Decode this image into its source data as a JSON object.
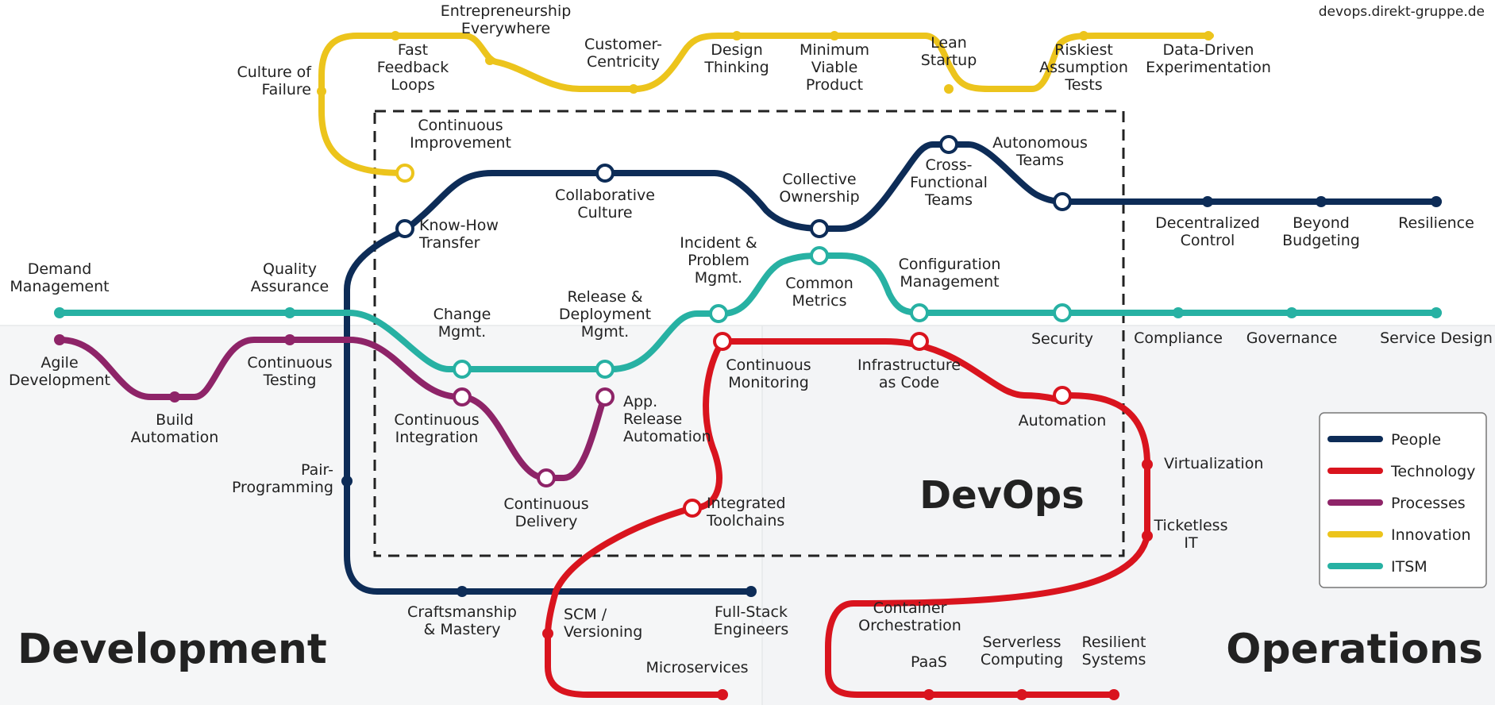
{
  "source": "devops.direkt-gruppe.de",
  "center_title": "DevOps",
  "region_left": "Development",
  "region_right": "Operations",
  "colors": {
    "people": "#0d2c57",
    "technology": "#d9141e",
    "processes": "#8e2468",
    "innovation": "#ecc41c",
    "itsm": "#27b1a3",
    "region_text": "#0d2c57",
    "label": "#222222"
  },
  "legend": [
    {
      "key": "people",
      "label": "People"
    },
    {
      "key": "technology",
      "label": "Technology"
    },
    {
      "key": "processes",
      "label": "Processes"
    },
    {
      "key": "innovation",
      "label": "Innovation"
    },
    {
      "key": "itsm",
      "label": "ITSM"
    }
  ],
  "stations": {
    "innovation": [
      [
        "Culture of",
        "Failure"
      ],
      [
        "Fast",
        "Feedback",
        "Loops"
      ],
      [
        "Entrepreneurship",
        "Everywhere"
      ],
      [
        "Customer-",
        "Centricity"
      ],
      [
        "Design",
        "Thinking"
      ],
      [
        "Minimum",
        "Viable",
        "Product"
      ],
      [
        "Lean",
        "Startup"
      ],
      [
        "Riskiest",
        "Assumption",
        "Tests"
      ],
      [
        "Data-Driven",
        "Experimentation"
      ],
      [
        "Continuous",
        "Improvement"
      ]
    ],
    "people": [
      [
        "Know-How",
        "Transfer"
      ],
      [
        "Collaborative",
        "Culture"
      ],
      [
        "Collective",
        "Ownership"
      ],
      [
        "Cross-",
        "Functional",
        "Teams"
      ],
      [
        "Autonomous",
        "Teams"
      ],
      [
        "Decentralized",
        "Control"
      ],
      [
        "Beyond",
        "Budgeting"
      ],
      [
        "Resilience"
      ],
      [
        "Pair-",
        "Programming"
      ],
      [
        "Craftsmanship",
        "& Mastery"
      ],
      [
        "Full-Stack",
        "Engineers"
      ]
    ],
    "itsm": [
      [
        "Demand",
        "Management"
      ],
      [
        "Quality",
        "Assurance"
      ],
      [
        "Change",
        "Mgmt."
      ],
      [
        "Release &",
        "Deployment",
        "Mgmt."
      ],
      [
        "Incident &",
        "Problem",
        "Mgmt."
      ],
      [
        "Common",
        "Metrics"
      ],
      [
        "Configuration",
        "Management"
      ],
      [
        "Security"
      ],
      [
        "Compliance"
      ],
      [
        "Governance"
      ],
      [
        "Service Design"
      ]
    ],
    "processes": [
      [
        "Agile",
        "Development"
      ],
      [
        "Build",
        "Automation"
      ],
      [
        "Continuous",
        "Testing"
      ],
      [
        "Continuous",
        "Integration"
      ],
      [
        "Continuous",
        "Delivery"
      ],
      [
        "App.",
        "Release",
        "Automation"
      ]
    ],
    "technology": [
      [
        "Continuous",
        "Monitoring"
      ],
      [
        "Infrastructure",
        "as Code"
      ],
      [
        "Automation"
      ],
      [
        "Virtualization"
      ],
      [
        "Ticketless",
        "IT"
      ],
      [
        "Integrated",
        "Toolchains"
      ],
      [
        "SCM /",
        "Versioning"
      ],
      [
        "Microservices"
      ],
      [
        "Container",
        "Orchestration"
      ],
      [
        "PaaS"
      ],
      [
        "Serverless",
        "Computing"
      ],
      [
        "Resilient",
        "Systems"
      ]
    ]
  }
}
